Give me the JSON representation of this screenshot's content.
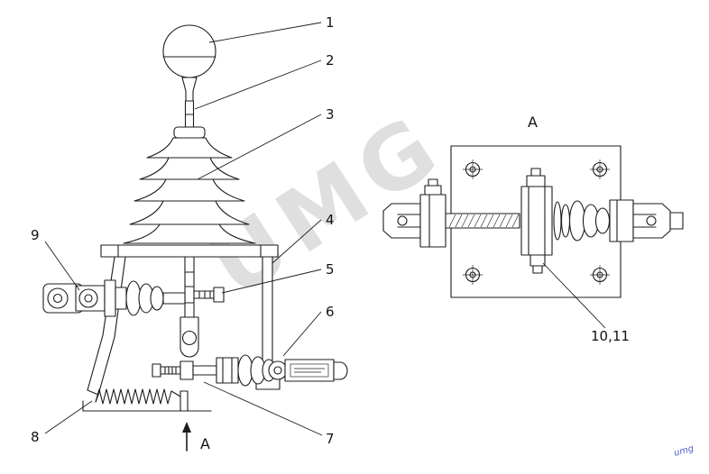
{
  "drawing": {
    "watermark": "UMG",
    "signature": "umg",
    "view_label": "A",
    "section_label": "A",
    "callouts": {
      "c1": "1",
      "c2": "2",
      "c3": "3",
      "c4": "4",
      "c5": "5",
      "c6": "6",
      "c7": "7",
      "c8": "8",
      "c9": "9",
      "c10_11": "10,11"
    },
    "colors": {
      "line": "#1c1c1c",
      "watermark": "#cbcbcb",
      "signature": "#4a63c8",
      "background": "#ffffff"
    }
  }
}
